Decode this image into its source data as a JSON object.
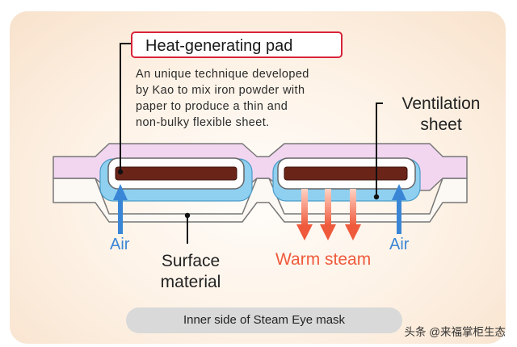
{
  "pad_title": "Heat-generating pad",
  "pad_description_lines": [
    "An unique technique developed",
    "by Kao to mix iron powder with",
    "paper to produce a thin and",
    "non-bulky flexible sheet."
  ],
  "ventilation_label_lines": [
    "Ventilation",
    "sheet"
  ],
  "air_label": "Air",
  "surface_label_lines": [
    "Surface",
    "material"
  ],
  "warm_steam_label": "Warm steam",
  "footer_caption": "Inner side of Steam Eye mask",
  "watermark": "头条 @来福掌柜生态",
  "colors": {
    "top_sheet": "#f2d6f0",
    "bottom_sheet": "#fcf9f4",
    "ventilation_sheet": "#8fd0f1",
    "heat_pad": "#6b2418",
    "air_arrow": "#3a86d6",
    "steam_arrow": "#ef5a3c",
    "title_border": "#d8243a",
    "footer_pill": "#d9d9d9"
  }
}
